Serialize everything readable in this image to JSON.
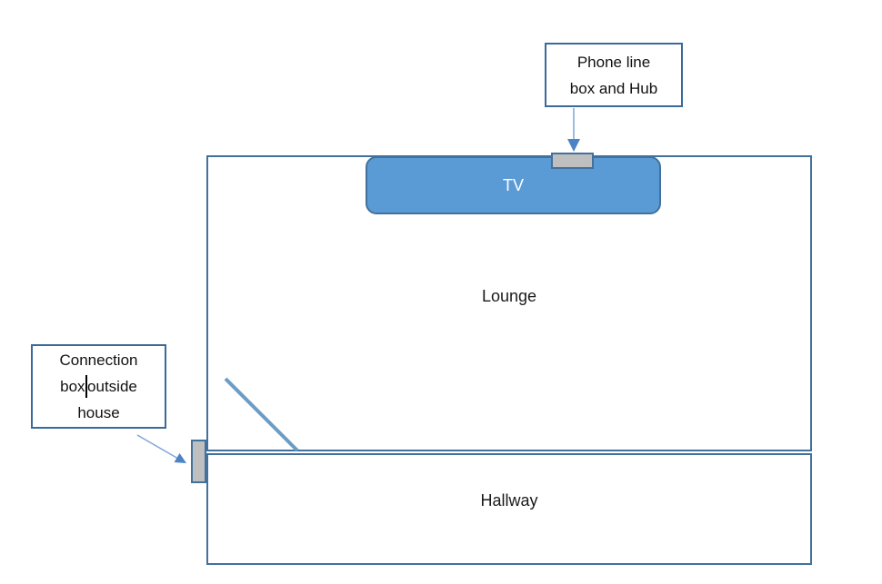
{
  "rooms": {
    "lounge": {
      "label": "Lounge"
    },
    "hallway": {
      "label": "Hallway"
    }
  },
  "tv": {
    "label": "TV"
  },
  "annotations": {
    "phone": {
      "line1": "Phone line",
      "line2": "box and Hub"
    },
    "connection": {
      "line1": "Connection",
      "line2_before_caret": "box",
      "line2_after_caret": "outside",
      "line3": "house"
    }
  },
  "colors": {
    "wall_outline": "#41719C",
    "tv_fill": "#5B9BD5",
    "tv_text": "#FFFFFF",
    "device_box_fill": "#BFBFBF",
    "label_box_border": "#3A6A9B",
    "arrow_line": "#7FA6D8",
    "arrow_head": "#4D82C6",
    "cable_line": "#6B9DC7",
    "label_text": "#000000"
  }
}
